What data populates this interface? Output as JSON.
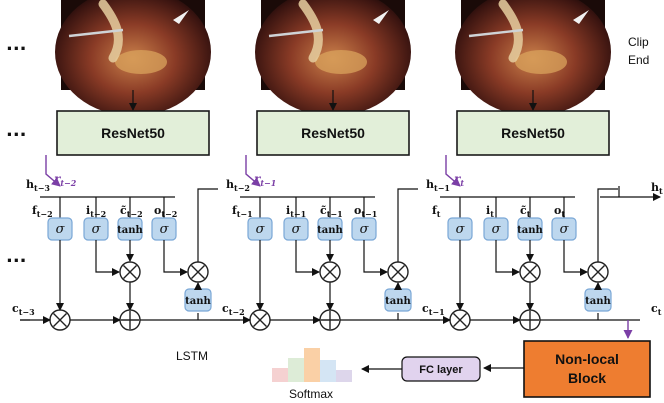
{
  "frames": [
    {
      "caption": ""
    },
    {
      "caption": ""
    },
    {
      "caption": ""
    }
  ],
  "clip_label": {
    "line1": "Clip",
    "line2": "End"
  },
  "ellipsis": "...",
  "resnet": {
    "label": "ResNet50"
  },
  "timesteps": [
    {
      "h_in": "h_{t-3}",
      "r": "r_{t-2}",
      "gate_labels": [
        "f_{t-2}",
        "i_{t-2}",
        "c̃_{t-2}",
        "o_{t-2}"
      ],
      "c_in": "c_{t-3}",
      "c_out": "c_{t-2}",
      "h_out": "h_{t-2}"
    },
    {
      "h_in": "h_{t-2}",
      "r": "r_{t-1}",
      "gate_labels": [
        "f_{t-1}",
        "i_{t-1}",
        "c̃_{t-1}",
        "o_{t-1}"
      ],
      "c_in": "c_{t-2}",
      "c_out": "c_{t-1}",
      "h_out": "h_{t-1}"
    },
    {
      "h_in": "h_{t-1}",
      "r": "r_t",
      "gate_labels": [
        "f_t",
        "i_t",
        "c̃_t",
        "o_t"
      ],
      "c_in": "c_{t-1}",
      "c_out": "c_t",
      "h_out": "h_t"
    }
  ],
  "gate_symbols": {
    "sigma": "σ",
    "tanh": "tanh"
  },
  "lstm_label": "LSTM",
  "nonlocal": {
    "line1": "Non-local",
    "line2": "Block"
  },
  "fc": {
    "label": "FC layer"
  },
  "softmax": {
    "label": "Softmax",
    "bar_levels": [
      0.35,
      0.6,
      0.85,
      0.55,
      0.3
    ]
  },
  "colors": {
    "resnet_fill": "#e2efd9",
    "gate_fill": "#bdd7ee",
    "recurrent_arrow": "#7b3fa6",
    "nonlocal_fill": "#ee7d30",
    "fc_fill": "#e1d3ee",
    "softmax_bars": [
      "#f4cccc",
      "#d9ead3",
      "#f9cb9c",
      "#cfe2f3",
      "#d9d2e9"
    ]
  }
}
